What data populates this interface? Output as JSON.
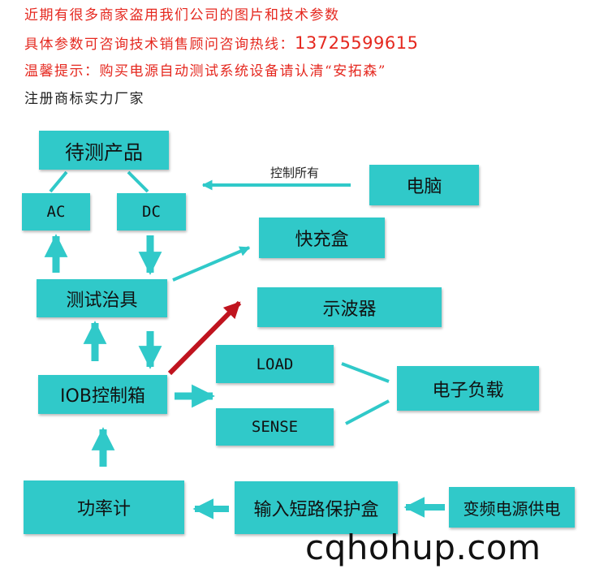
{
  "notes": {
    "line1": "近期有很多商家盗用我们公司的图片和技术参数",
    "line2_prefix": "具体参数可咨询技术销售顾问咨询热线：",
    "line2_phone": "13725599615",
    "line3": "温馨提示：购买电源自动测试系统设备请认清“安拓森”",
    "line4": "注册商标实力厂家"
  },
  "nodes": {
    "dut": "待测产品",
    "ac": "AC",
    "dc": "DC",
    "fixture": "测试治具",
    "iob": "IOB控制箱",
    "computer": "电脑",
    "charger": "快充盒",
    "scope": "示波器",
    "load_port": "LOAD",
    "sense_port": "SENSE",
    "eload": "电子负载",
    "power_meter": "功率计",
    "short_box": "输入短路保护盒",
    "vfps": "变频电源供电"
  },
  "edges": {
    "computer_label": "控制所有"
  },
  "watermark": "cqhohup.com",
  "colors": {
    "box": "#30c9c9",
    "arrow": "#30c9c9",
    "highlight_arrow": "#c0141f",
    "warning_text": "#e5281f"
  }
}
